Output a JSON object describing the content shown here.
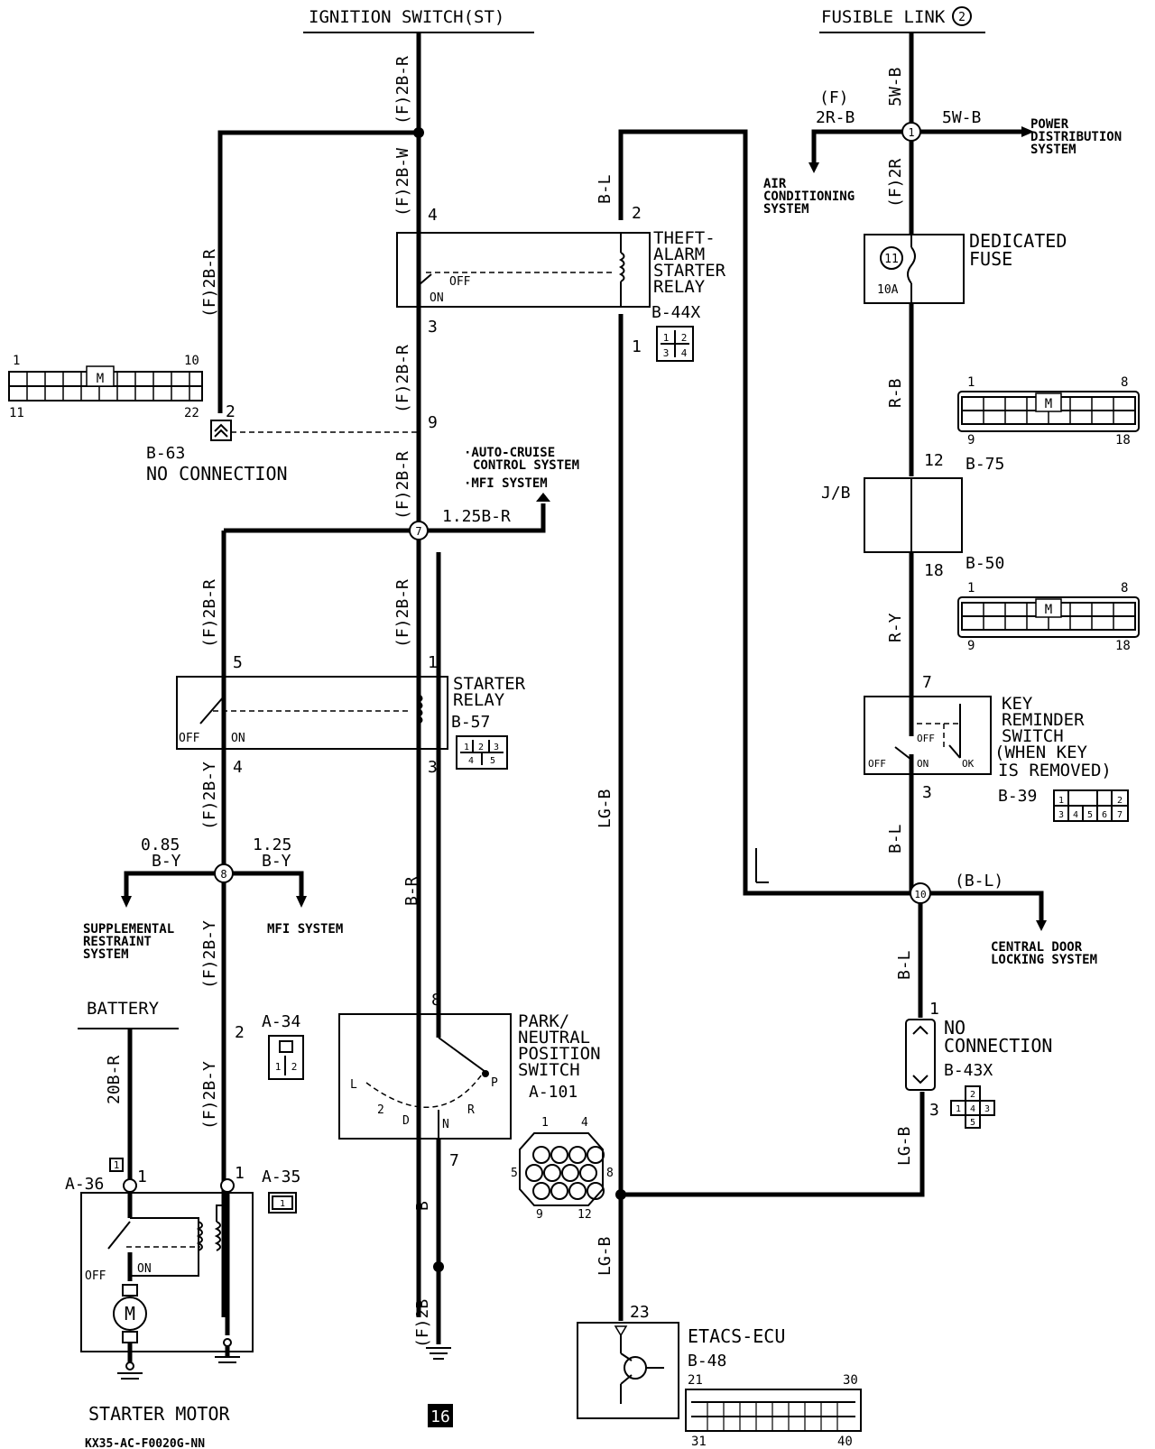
{
  "sources": {
    "ignition_switch": "IGNITION SWITCH(ST)",
    "fusible_link": "FUSIBLE LINK",
    "fusible_link_num": "2",
    "battery": "BATTERY"
  },
  "wires": {
    "f_2b_r": "(F)2B-R",
    "f_2b_w": "(F)2B-W",
    "f_2b_y": "(F)2B-Y",
    "b_l": "B-L",
    "b_l_paren": "(B-L)",
    "r_b": "R-B",
    "r_y": "R-Y",
    "lg_b": "LG-B",
    "b_r": "B-R",
    "b": "B",
    "f_2b": "(F)2B",
    "w_20b_r": "20B-R",
    "w_5w_b": "5W-B",
    "w_f": "(F)",
    "w_2r_b": "2R-B",
    "f_2r": "(F)2R",
    "w_125b_r": "1.25B-R",
    "w_085": "0.85",
    "w_b_y": "B-Y",
    "w_125": "1.25"
  },
  "junctions": {
    "j1": "1",
    "j7": "7",
    "j8": "8",
    "j10": "10"
  },
  "systems": {
    "power_dist": [
      "POWER",
      "DISTRIBUTION",
      "SYSTEM"
    ],
    "air_cond": [
      "AIR",
      "CONDITIONING",
      "SYSTEM"
    ],
    "auto_cruise": [
      "·AUTO-CRUISE",
      "CONTROL SYSTEM",
      "·MFI SYSTEM"
    ],
    "srs": [
      "SUPPLEMENTAL",
      "RESTRAINT",
      "SYSTEM"
    ],
    "mfi": "MFI SYSTEM",
    "central_door": [
      "CENTRAL DOOR",
      "LOCKING SYSTEM"
    ]
  },
  "components": {
    "theft_relay": {
      "name": [
        "THEFT-",
        "ALARM",
        "STARTER",
        "RELAY"
      ],
      "id": "B-44X",
      "off": "OFF",
      "on": "ON",
      "pins": [
        "4",
        "3",
        "2",
        "1"
      ],
      "conn": [
        "1",
        "2",
        "3",
        "4"
      ]
    },
    "ded_fuse": {
      "name": [
        "DEDICATED",
        "FUSE"
      ],
      "num": "11",
      "amp": "10A"
    },
    "b63": {
      "id": "B-63",
      "pin": "2",
      "note": "NO CONNECTION",
      "c1": "1",
      "c10": "10",
      "c11": "11",
      "c22": "22",
      "m": "M"
    },
    "b75": {
      "id": "B-75",
      "pin": "12",
      "c1": "1",
      "c8": "8",
      "c9": "9",
      "c18": "18",
      "m": "M"
    },
    "jb": {
      "name": "J/B"
    },
    "b50": {
      "id": "B-50",
      "pin": "18",
      "c1": "1",
      "c8": "8",
      "c9": "9",
      "c18": "18",
      "m": "M"
    },
    "starter_relay": {
      "name": [
        "STARTER",
        "RELAY"
      ],
      "id": "B-57",
      "off": "OFF",
      "on": "ON",
      "pins": [
        "5",
        "1",
        "4",
        "3"
      ],
      "conn": [
        "1",
        "2",
        "3",
        "4",
        "5"
      ]
    },
    "key_switch": {
      "name": [
        "KEY",
        "REMINDER",
        "SWITCH",
        "(WHEN KEY",
        "IS REMOVED)"
      ],
      "id": "B-39",
      "pins": [
        "7",
        "3"
      ],
      "off": "OFF",
      "on": "ON",
      "ok": "OK",
      "conn": [
        "1",
        "2",
        "3",
        "4",
        "5",
        "6",
        "7"
      ]
    },
    "a34": {
      "id": "A-34",
      "pin": "2",
      "conn": [
        "1",
        "2"
      ]
    },
    "a35": {
      "id": "A-35",
      "pin": "1",
      "conn": "1"
    },
    "a36": {
      "id": "A-36",
      "pin": "1",
      "mark": "1"
    },
    "pn_switch": {
      "name": [
        "PARK/",
        "NEUTRAL",
        "POSITION",
        "SWITCH"
      ],
      "id": "A-101",
      "pins": [
        "8",
        "7"
      ],
      "pos": [
        "L",
        "2",
        "D",
        "N",
        "R",
        "P"
      ],
      "c1": "1",
      "c4": "4",
      "c5": "5",
      "c8": "8",
      "c9": "9",
      "c12": "12"
    },
    "b43x": {
      "name": [
        "NO",
        "CONNECTION"
      ],
      "id": "B-43X",
      "pins": [
        "1",
        "3"
      ],
      "conn": [
        "1",
        "2",
        "3",
        "4",
        "5"
      ]
    },
    "starter_motor": {
      "name": "STARTER MOTOR",
      "off": "OFF",
      "on": "ON",
      "m": "M"
    },
    "etacs": {
      "name": "ETACS-ECU",
      "id": "B-48",
      "pin": "23",
      "c21": "21",
      "c30": "30",
      "c31": "31",
      "c40": "40"
    }
  },
  "ground_ref": "16",
  "code": "KX35-AC-F0020G-NN"
}
